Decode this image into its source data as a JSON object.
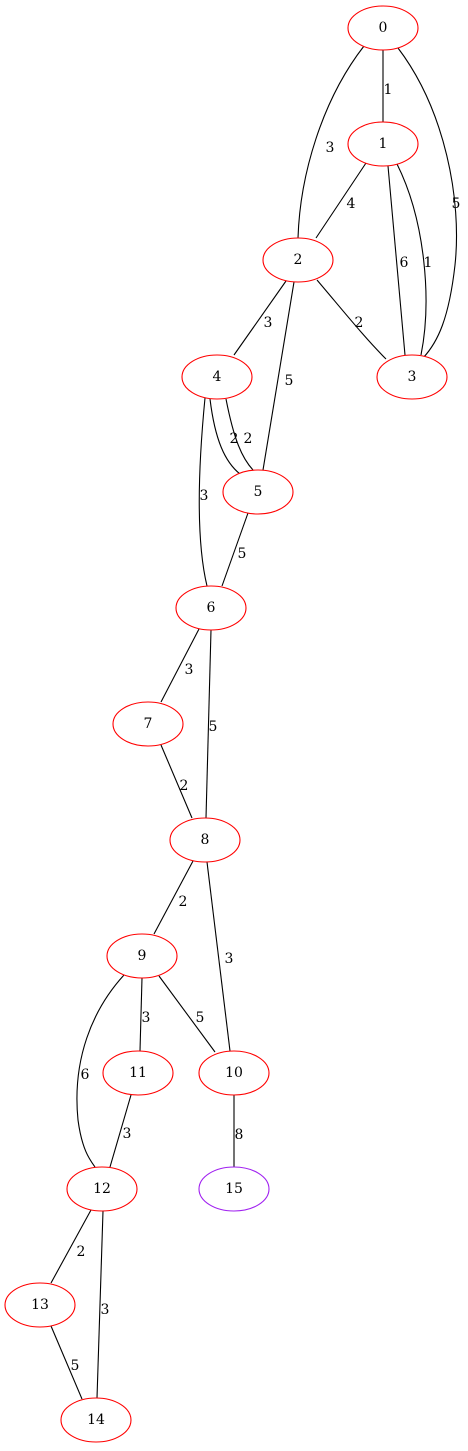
{
  "colors": {
    "node_default": "#ff0000",
    "node_highlight": "#a020f0",
    "edge": "#000000",
    "background": "#ffffff"
  },
  "nodes": [
    {
      "id": "0",
      "label": "0",
      "color": "#ff0000"
    },
    {
      "id": "1",
      "label": "1",
      "color": "#ff0000"
    },
    {
      "id": "2",
      "label": "2",
      "color": "#ff0000"
    },
    {
      "id": "3",
      "label": "3",
      "color": "#ff0000"
    },
    {
      "id": "4",
      "label": "4",
      "color": "#ff0000"
    },
    {
      "id": "5",
      "label": "5",
      "color": "#ff0000"
    },
    {
      "id": "6",
      "label": "6",
      "color": "#ff0000"
    },
    {
      "id": "7",
      "label": "7",
      "color": "#ff0000"
    },
    {
      "id": "8",
      "label": "8",
      "color": "#ff0000"
    },
    {
      "id": "9",
      "label": "9",
      "color": "#ff0000"
    },
    {
      "id": "10",
      "label": "10",
      "color": "#ff0000"
    },
    {
      "id": "11",
      "label": "11",
      "color": "#ff0000"
    },
    {
      "id": "12",
      "label": "12",
      "color": "#ff0000"
    },
    {
      "id": "13",
      "label": "13",
      "color": "#ff0000"
    },
    {
      "id": "14",
      "label": "14",
      "color": "#ff0000"
    },
    {
      "id": "15",
      "label": "15",
      "color": "#a020f0"
    }
  ],
  "edges": [
    {
      "from": "0",
      "to": "1",
      "weight": "1"
    },
    {
      "from": "0",
      "to": "2",
      "weight": "3"
    },
    {
      "from": "0",
      "to": "3",
      "weight": "5"
    },
    {
      "from": "1",
      "to": "2",
      "weight": "4"
    },
    {
      "from": "1",
      "to": "3",
      "weight": "6"
    },
    {
      "from": "1",
      "to": "3",
      "weight": "1"
    },
    {
      "from": "2",
      "to": "4",
      "weight": "3"
    },
    {
      "from": "2",
      "to": "5",
      "weight": "5"
    },
    {
      "from": "2",
      "to": "3",
      "weight": "2"
    },
    {
      "from": "4",
      "to": "5",
      "weight": "2"
    },
    {
      "from": "4",
      "to": "5",
      "weight": "2"
    },
    {
      "from": "4",
      "to": "6",
      "weight": "3"
    },
    {
      "from": "5",
      "to": "6",
      "weight": "5"
    },
    {
      "from": "6",
      "to": "7",
      "weight": "3"
    },
    {
      "from": "6",
      "to": "8",
      "weight": "5"
    },
    {
      "from": "7",
      "to": "8",
      "weight": "2"
    },
    {
      "from": "8",
      "to": "9",
      "weight": "2"
    },
    {
      "from": "8",
      "to": "10",
      "weight": "3"
    },
    {
      "from": "9",
      "to": "11",
      "weight": "3"
    },
    {
      "from": "9",
      "to": "10",
      "weight": "5"
    },
    {
      "from": "9",
      "to": "12",
      "weight": "6"
    },
    {
      "from": "10",
      "to": "15",
      "weight": "8"
    },
    {
      "from": "11",
      "to": "12",
      "weight": "3"
    },
    {
      "from": "12",
      "to": "13",
      "weight": "2"
    },
    {
      "from": "12",
      "to": "14",
      "weight": "3"
    },
    {
      "from": "13",
      "to": "14",
      "weight": "5"
    }
  ]
}
